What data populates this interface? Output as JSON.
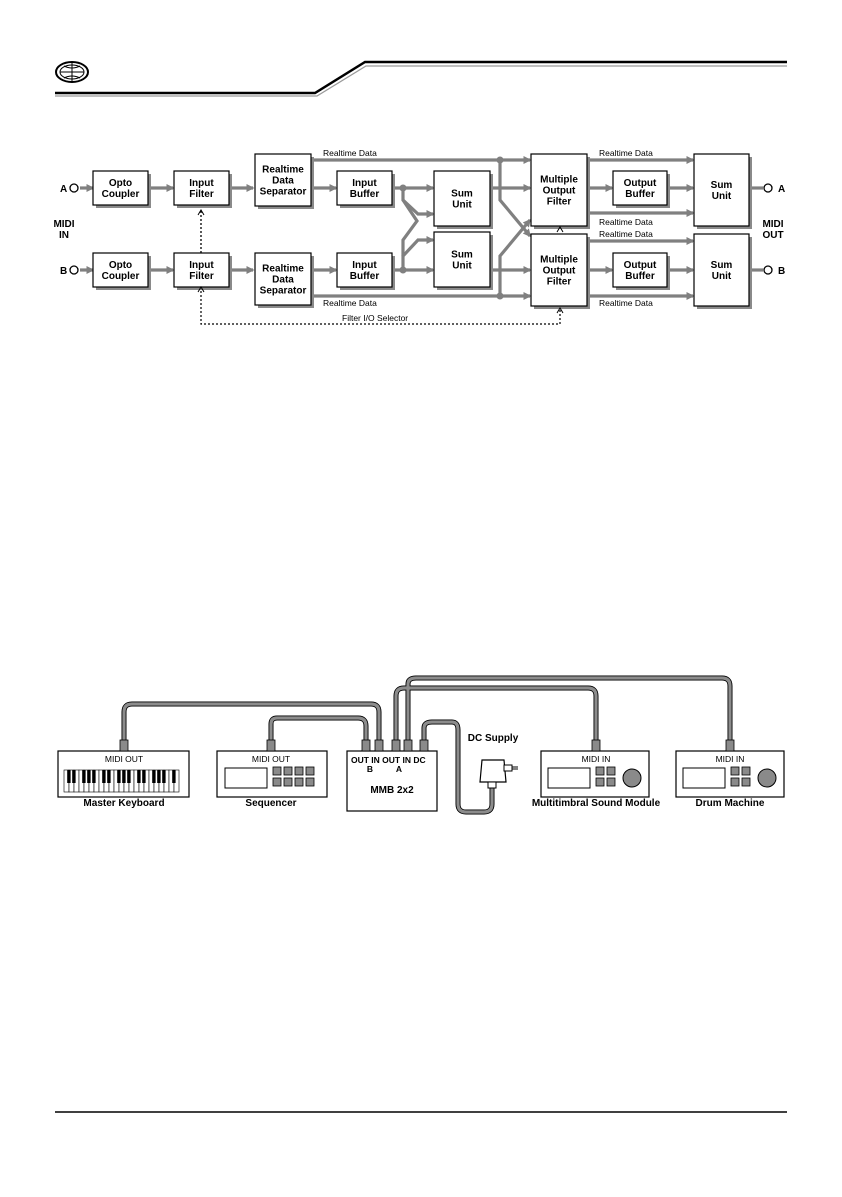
{
  "header": {
    "logo": "logo"
  },
  "diagram": {
    "midi_in": "MIDI\nIN",
    "midi_out": "MIDI\nOUT",
    "port_a": "A",
    "port_b": "B",
    "opto_coupler": "Opto\nCoupler",
    "input_filter": "Input\nFilter",
    "realtime_separator": "Realtime\nData\nSeparator",
    "input_buffer": "Input\nBuffer",
    "sum_unit": "Sum\nUnit",
    "multiple_output_filter": "Multiple\nOutput\nFilter",
    "output_buffer": "Output\nBuffer",
    "realtime_data": "Realtime Data",
    "filter_io_selector": "Filter I/O Selector"
  },
  "setup": {
    "master_keyboard": {
      "port": "MIDI OUT",
      "label": "Master Keyboard"
    },
    "sequencer": {
      "port": "MIDI OUT",
      "label": "Sequencer"
    },
    "mmb": {
      "title": "MMB 2x2",
      "ports_top": "OUT IN OUT IN  DC",
      "b": "B",
      "a": "A"
    },
    "dc_supply": "DC Supply",
    "sound_module": {
      "port": "MIDI IN",
      "label": "Multitimbral Sound Module"
    },
    "drum_machine": {
      "port": "MIDI IN",
      "label": "Drum Machine"
    }
  },
  "colors": {
    "line": "#808080",
    "text": "#000000"
  }
}
